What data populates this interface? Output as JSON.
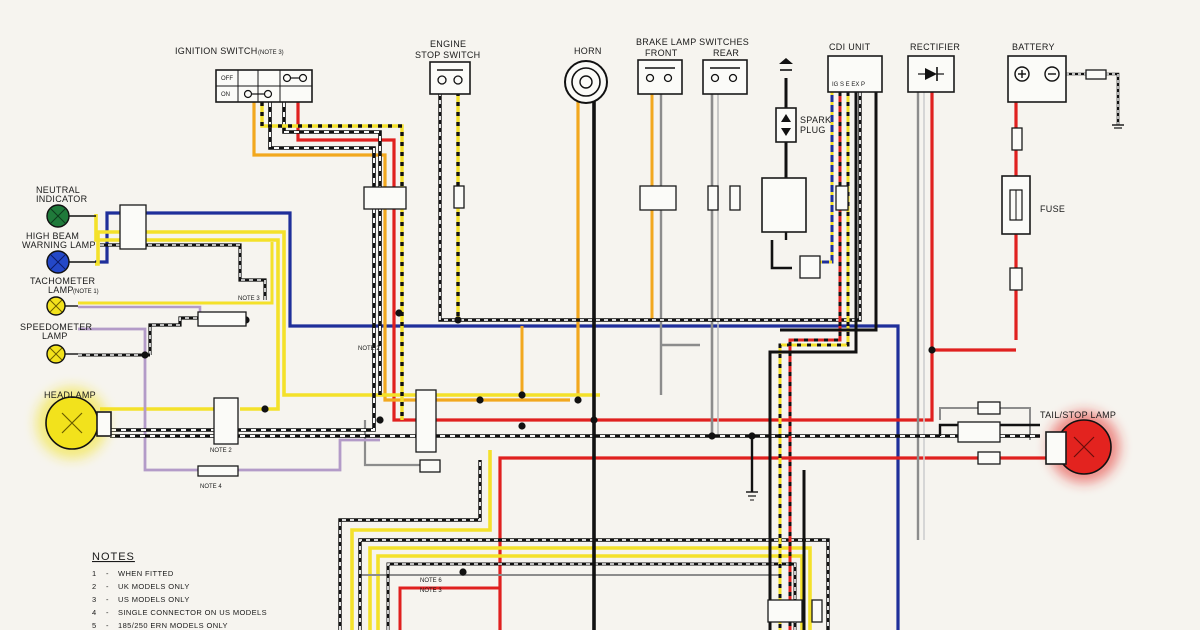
{
  "components": {
    "ignition_switch": {
      "label": "IGNITION SWITCH",
      "note": "(NOTE 3)",
      "off": "OFF",
      "on": "ON"
    },
    "engine_stop_switch": {
      "line1": "ENGINE",
      "line2": "STOP SWITCH"
    },
    "horn": {
      "label": "HORN"
    },
    "brake_lamp_switches": {
      "label": "BRAKE LAMP SWITCHES",
      "front": "FRONT",
      "rear": "REAR"
    },
    "cdi_unit": {
      "label": "CDI UNIT",
      "terminals": "IG S E EX P"
    },
    "rectifier": {
      "label": "RECTIFIER"
    },
    "battery": {
      "label": "BATTERY"
    },
    "spark_plug": {
      "line1": "SPARK",
      "line2": "PLUG"
    },
    "fuse": {
      "label": "FUSE"
    },
    "neutral_indicator": {
      "line1": "NEUTRAL",
      "line2": "INDICATOR"
    },
    "high_beam": {
      "line1": "HIGH BEAM",
      "line2": "WARNING LAMP"
    },
    "tachometer_lamp": {
      "line1": "TACHOMETER",
      "line2": "LAMP",
      "note": "(NOTE 1)"
    },
    "speedometer_lamp": {
      "line1": "SPEEDOMETER",
      "line2": "LAMP"
    },
    "headlamp": {
      "label": "HEADLAMP"
    },
    "tail_stop_lamp": {
      "label": "TAIL/STOP LAMP"
    }
  },
  "wire_notes": {
    "note2": "NOTE 2",
    "note3": "NOTE 3",
    "note4": "NOTE 4",
    "note5": "NOTE 5",
    "note6": "NOTE 6"
  },
  "notes": {
    "title": "NOTES",
    "items": [
      {
        "num": "1",
        "text": "WHEN FITTED"
      },
      {
        "num": "2",
        "text": "UK MODELS ONLY"
      },
      {
        "num": "3",
        "text": "US MODELS ONLY"
      },
      {
        "num": "4",
        "text": "SINGLE CONNECTOR ON US MODELS"
      },
      {
        "num": "5",
        "text": "185/250 ERN MODELS ONLY"
      }
    ]
  },
  "colors": {
    "red": "#e0201f",
    "yellow": "#f4e12a",
    "orange": "#f2a81e",
    "blue": "#1f2f9a",
    "black": "#111111",
    "gray": "#8c8c8c",
    "violet": "#b39bc8",
    "white": "#f8f8f8",
    "neutral_lamp": "#1f7a3a",
    "high_beam_lamp": "#2448c8",
    "headlamp": "#f2e21c",
    "tail_lamp": "#e3231f"
  }
}
